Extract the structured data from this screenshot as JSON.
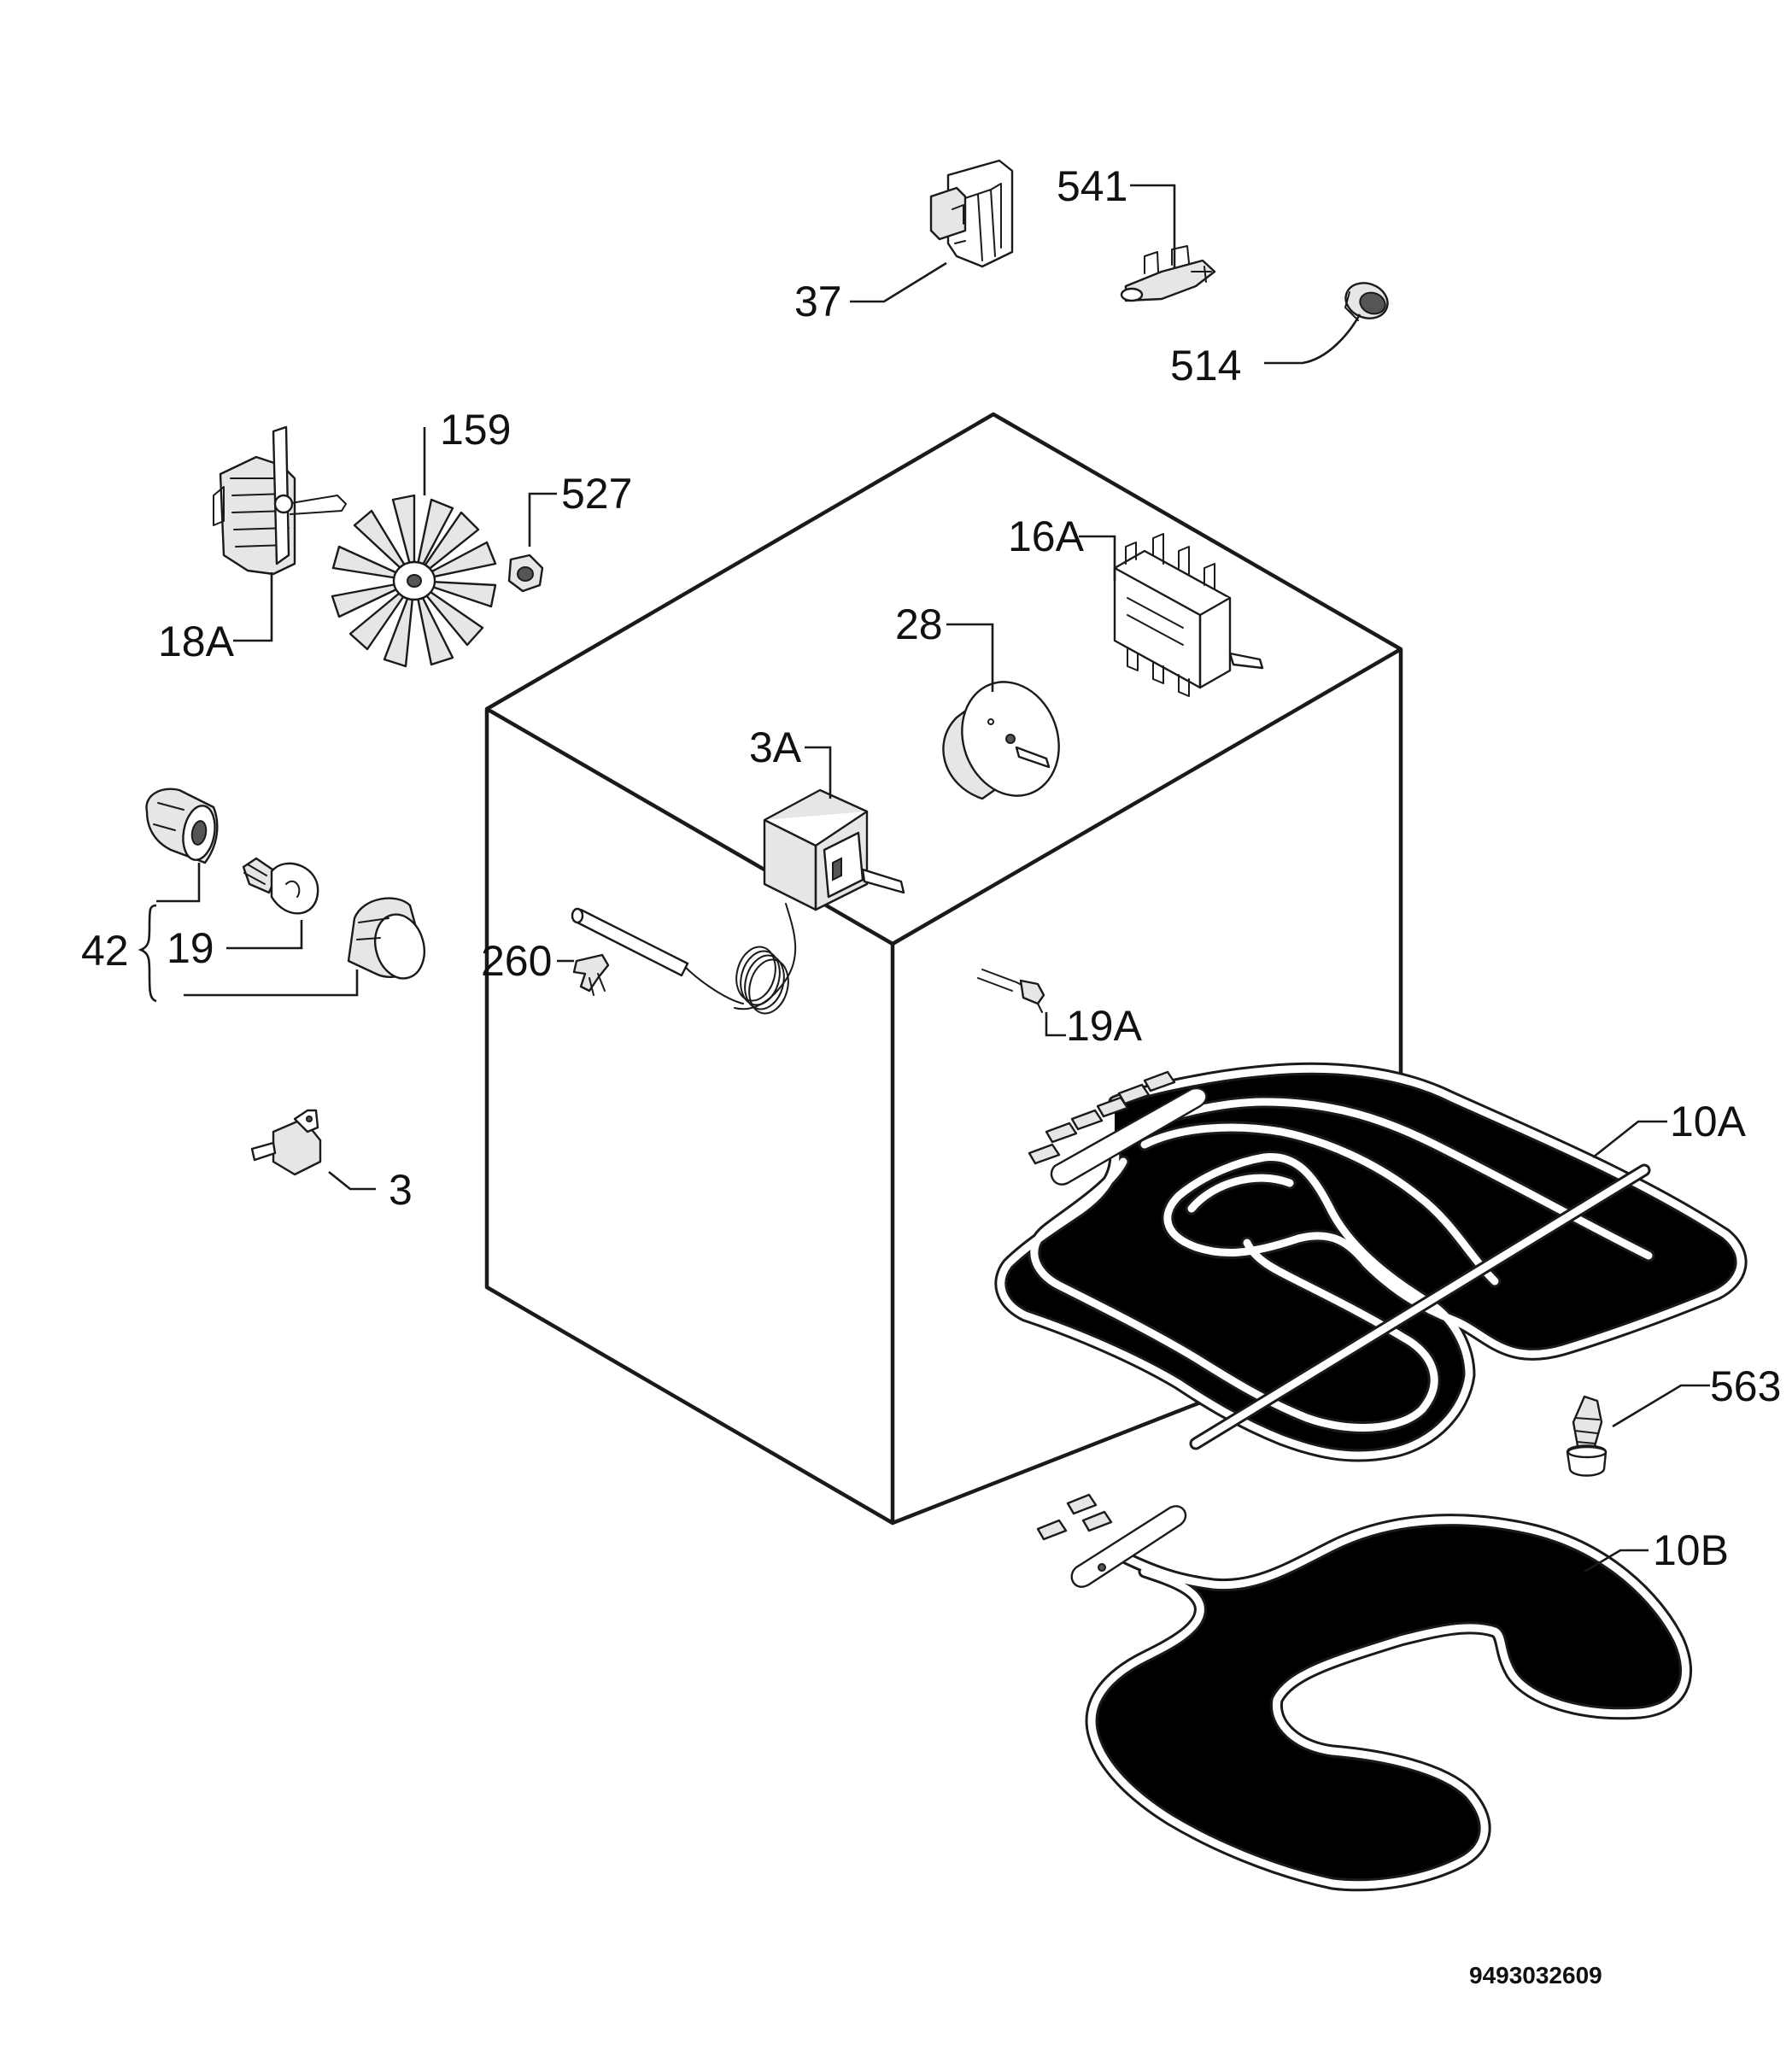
{
  "labels": {
    "p37": "37",
    "p541": "541",
    "p514": "514",
    "p159": "159",
    "p527": "527",
    "p18a": "18A",
    "p16a": "16A",
    "p28": "28",
    "p3a": "3A",
    "p42": "42",
    "p19": "19",
    "p260": "260",
    "p19a": "19A",
    "p10a": "10A",
    "p3": "3",
    "p563": "563",
    "p10b": "10B"
  },
  "drawing_code": "9493032609"
}
